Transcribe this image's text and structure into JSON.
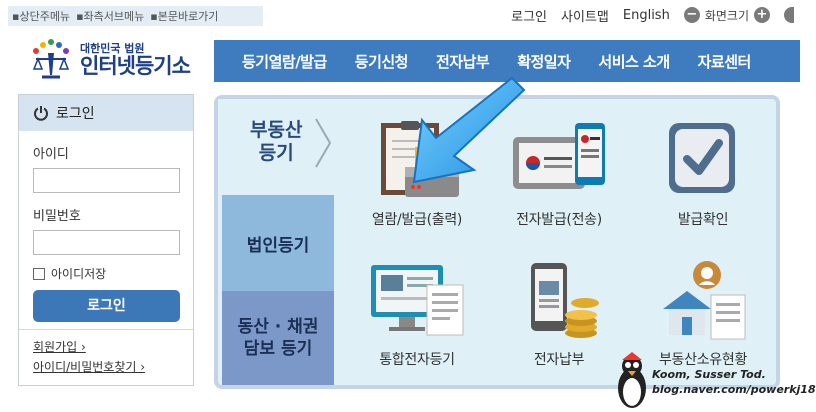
{
  "skip_links": [
    "▪상단주메뉴",
    "▪좌측서브메뉴",
    "▪본문바로가기"
  ],
  "utility": {
    "login": "로그인",
    "sitemap": "사이트맵",
    "english": "English",
    "screen_size": "화면크기",
    "minus": "−",
    "plus": "+"
  },
  "logo": {
    "small": "대한민국 법원",
    "big": "인터넷등기소"
  },
  "nav": [
    "등기열람/발급",
    "등기신청",
    "전자납부",
    "확정일자",
    "서비스 소개",
    "자료센터"
  ],
  "login_panel": {
    "title": "로그인",
    "id_label": "아이디",
    "pw_label": "비밀번호",
    "save_id": "아이디저장",
    "button": "로그인",
    "join": "회원가입 ›",
    "find": "아이디/비밀번호찾기 ›"
  },
  "tabs": {
    "real_estate_1": "부동산",
    "real_estate_2": "등기",
    "corporate": "법인등기",
    "movable_1": "동산 · 채권",
    "movable_2": "담보 등기"
  },
  "services": [
    {
      "label": "열람/발급(출력)"
    },
    {
      "label": "전자발급(전송)"
    },
    {
      "label": "발급확인"
    },
    {
      "label": "통합전자등기"
    },
    {
      "label": "전자납부"
    },
    {
      "label": "부동산소유현황"
    }
  ],
  "watermark": {
    "line1": "Koom, Susser Tod.",
    "line2": "blog.naver.com/powerkj18"
  },
  "colors": {
    "nav": "#3f7bbf",
    "panel_bg": "#dff1f7",
    "tab_corporate": "#8eb9dd",
    "tab_movable": "#7b98c9",
    "login_button": "#3c77b7",
    "arrow": "#2aa3e8"
  }
}
